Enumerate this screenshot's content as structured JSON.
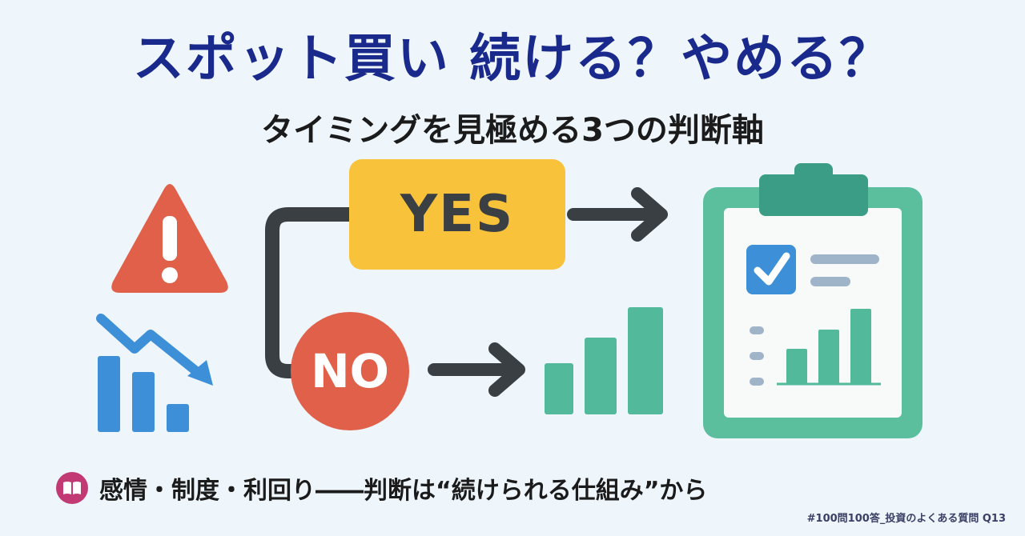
{
  "title": "スポット買い 続ける？やめる？",
  "subtitle": "タイミングを見極める3つの判断軸",
  "flow": {
    "yes_label": "YES",
    "no_label": "NO"
  },
  "footer": {
    "icon": "book-icon",
    "text": "感情・制度・利回り――判断は“続けられる仕組み”から"
  },
  "hashtag": "#100問100答_投資のよくある質問 Q13",
  "colors": {
    "title": "#1a2a8c",
    "yes": "#f8c33a",
    "no": "#e0604a",
    "warning": "#e0604a",
    "decline_chart": "#3d8fd8",
    "growth_chart": "#52b99a",
    "clipboard": "#5bbf9e",
    "clipboard_clip": "#3c9d86",
    "checkbox": "#3d8fd8",
    "arrow": "#3a3f44",
    "background": "#eef6fb"
  }
}
